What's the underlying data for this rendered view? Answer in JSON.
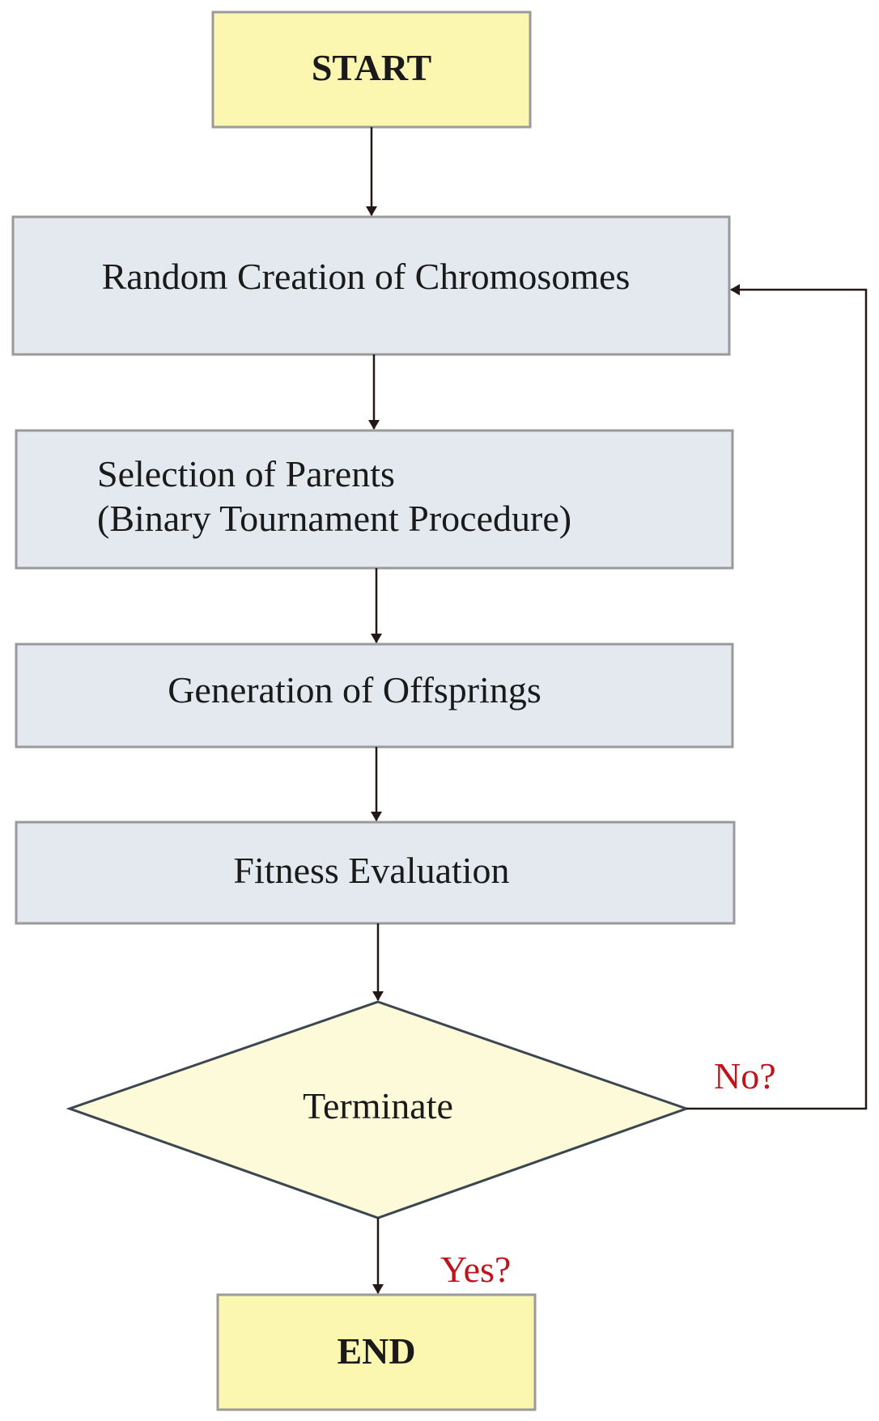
{
  "nodes": {
    "start": {
      "label": "START"
    },
    "random_creation": {
      "label": "Random Creation of Chromosomes"
    },
    "selection": {
      "line1": "Selection of Parents",
      "line2": "(Binary Tournament Procedure)"
    },
    "generation": {
      "label": "Generation of Offsprings"
    },
    "fitness": {
      "label": "Fitness Evaluation"
    },
    "terminate": {
      "label": "Terminate"
    },
    "end": {
      "label": "END"
    }
  },
  "branches": {
    "no": "No?",
    "yes": "Yes?"
  },
  "colors": {
    "terminal_fill": "#fbf6b0",
    "process_fill": "#e3e9ef",
    "decision_fill": "#fdfad9",
    "box_border": "#9a9a9a",
    "decision_border": "#3c4650",
    "arrow": "#231815",
    "branch_text": "#c0141c"
  }
}
